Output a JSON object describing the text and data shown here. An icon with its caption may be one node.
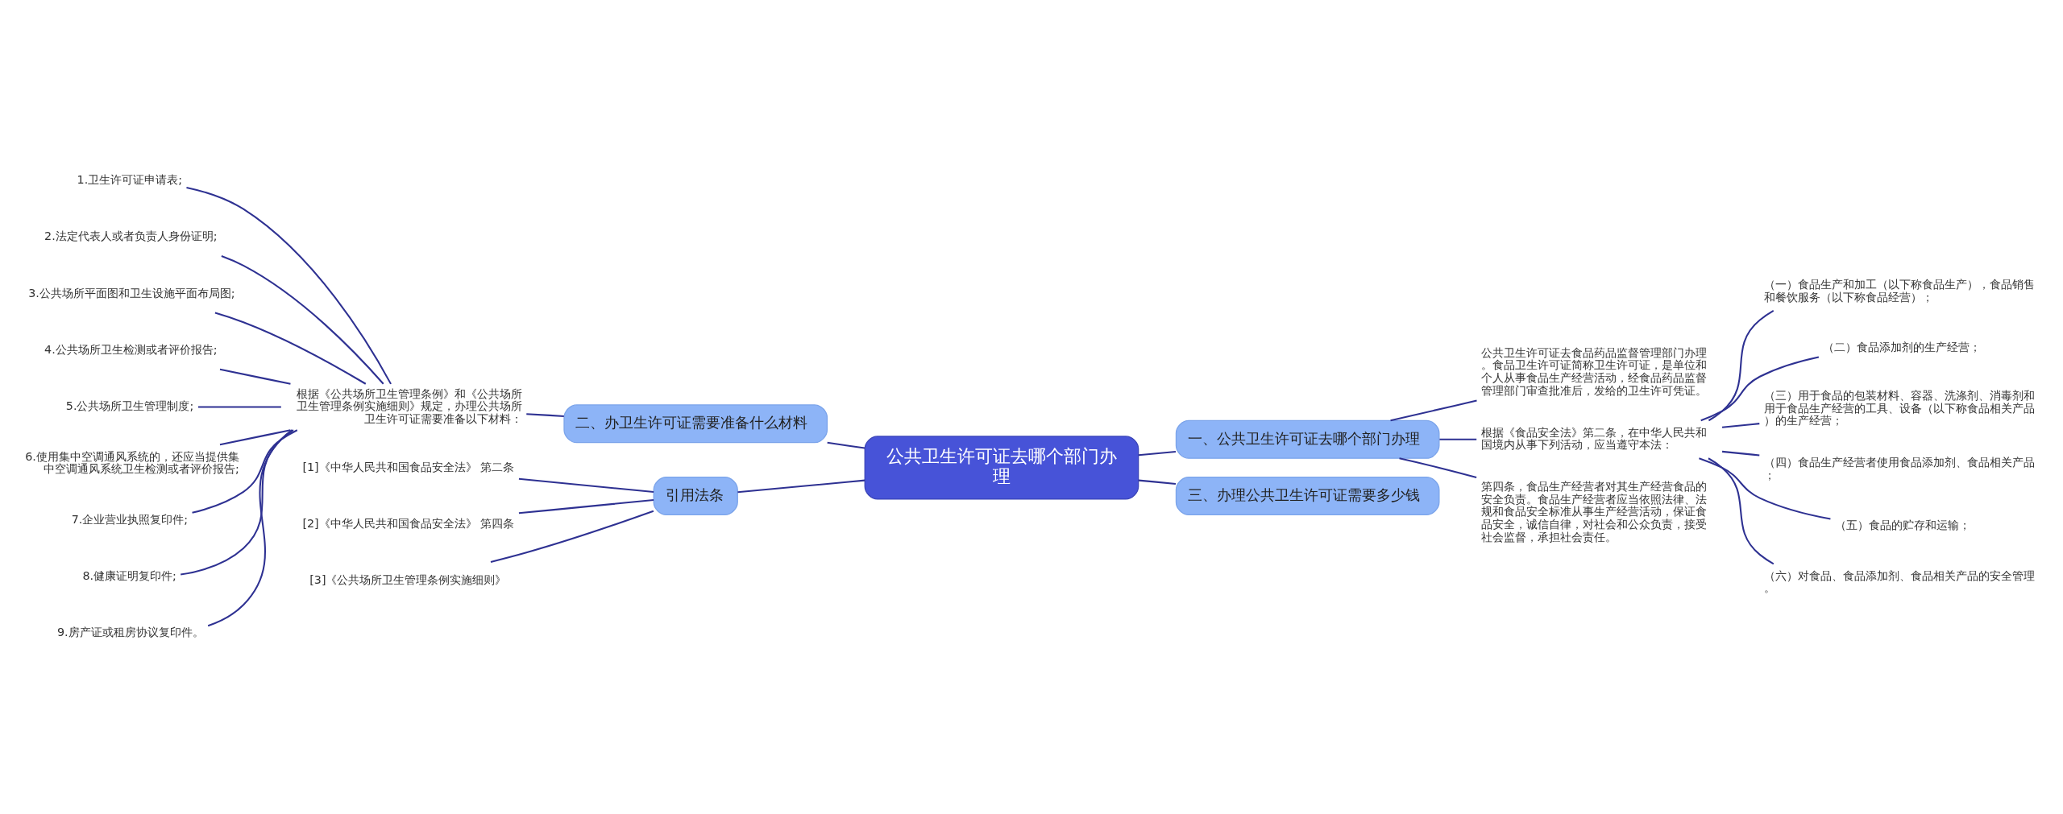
{
  "diagram": {
    "nodes": [
      {
        "text": [
          "公共卫生许可证去哪个部门办理"
        ]
      },
      {
        "text": [
          "一、公共卫生许可证去哪个部门办理"
        ]
      },
      {
        "text": [
          "公共卫生许可证去食品药品监督管理部门办理。食品卫生许可证简称卫生许可证，是单位和个人从事食品生产经营活动，经食品药品监督管理部门审查批准后，发给的卫生许可凭证。"
        ]
      },
      {
        "text": [
          "根据《食品安全法》第二条，在中华人民共和国境内从事下列活动，应当遵守本法："
        ]
      },
      {
        "text": [
          "（一）食品生产和加工（以下称食品生产），食品销售和餐饮服务（以下称食品经营）；"
        ]
      },
      {
        "text": [
          "（二）食品添加剂的生产经营；"
        ]
      },
      {
        "text": [
          "（三）用于食品的包装材料、容器、洗涤剂、消毒剂和用于食品生产经营的工具、设备（以下称食品相关产品）的生产经营；"
        ]
      },
      {
        "text": [
          "（四）食品生产经营者使用食品添加剂、食品相关产品；"
        ]
      },
      {
        "text": [
          "（五）食品的贮存和运输；"
        ]
      },
      {
        "text": [
          "（六）对食品、食品添加剂、食品相关产品的安全管理。"
        ]
      },
      {
        "text": [
          "第四条，食品生产经营者对其生产经营食品的安全负责。食品生产经营者应当依照法律、法规和食品安全标准从事生产经营活动，保证食品安全，诚信自律，对社会和公众负责，接受社会监督，承担社会责任。"
        ]
      },
      {
        "text": [
          "三、办理公共卫生许可证需要多少钱"
        ]
      },
      {
        "text": [
          "二、办卫生许可证需要准备什么材料"
        ]
      },
      {
        "text": [
          "根据《公共场所卫生管理条例》和《公共场所卫生管理条例实施细则》规定，办理公共场所卫生许可证需要准备以下材料："
        ]
      },
      {
        "text": [
          "1.卫生许可证申请表;"
        ]
      },
      {
        "text": [
          "2.法定代表人或者负责人身份证明;"
        ]
      },
      {
        "text": [
          "3.公共场所平面图和卫生设施平面布局图;"
        ]
      },
      {
        "text": [
          "4.公共场所卫生检测或者评价报告;"
        ]
      },
      {
        "text": [
          "5.公共场所卫生管理制度;"
        ]
      },
      {
        "text": [
          "6.使用集中空调通风系统的，还应当提供集中空调通风系统卫生检测或者评价报告;"
        ]
      },
      {
        "text": [
          "7.企业营业执照复印件;"
        ]
      },
      {
        "text": [
          "8.健康证明复印件;"
        ]
      },
      {
        "text": [
          "9.房产证或租房协议复印件。"
        ]
      },
      {
        "text": [
          "引用法条"
        ]
      },
      {
        "text": [
          "[1]《中华人民共和国食品安全法》 第二条"
        ]
      },
      {
        "text": [
          "[2]《中华人民共和国食品安全法》 第四条"
        ]
      },
      {
        "text": [
          "[3]《公共场所卫生管理条例实施细则》"
        ]
      }
    ],
    "edges": [
      {
        "from": 0,
        "to": 1,
        "arrow": "none"
      },
      {
        "from": 1,
        "to": 2,
        "arrow": "none"
      },
      {
        "from": 1,
        "to": 3,
        "arrow": "none"
      },
      {
        "from": 3,
        "to": 4,
        "arrow": "none"
      },
      {
        "from": 3,
        "to": 5,
        "arrow": "none"
      },
      {
        "from": 3,
        "to": 6,
        "arrow": "none"
      },
      {
        "from": 3,
        "to": 7,
        "arrow": "none"
      },
      {
        "from": 3,
        "to": 8,
        "arrow": "none"
      },
      {
        "from": 3,
        "to": 9,
        "arrow": "none"
      },
      {
        "from": 1,
        "to": 10,
        "arrow": "none"
      },
      {
        "from": 0,
        "to": 11,
        "arrow": "none"
      },
      {
        "from": 0,
        "to": 12,
        "arrow": "none"
      },
      {
        "from": 12,
        "to": 13,
        "arrow": "none"
      },
      {
        "from": 13,
        "to": 14,
        "arrow": "none"
      },
      {
        "from": 13,
        "to": 15,
        "arrow": "none"
      },
      {
        "from": 13,
        "to": 16,
        "arrow": "none"
      },
      {
        "from": 13,
        "to": 17,
        "arrow": "none"
      },
      {
        "from": 13,
        "to": 18,
        "arrow": "none"
      },
      {
        "from": 13,
        "to": 19,
        "arrow": "none"
      },
      {
        "from": 13,
        "to": 20,
        "arrow": "none"
      },
      {
        "from": 13,
        "to": 21,
        "arrow": "none"
      },
      {
        "from": 13,
        "to": 22,
        "arrow": "none"
      },
      {
        "from": 0,
        "to": 23,
        "arrow": "none"
      },
      {
        "from": 23,
        "to": 24,
        "arrow": "none"
      },
      {
        "from": 23,
        "to": 25,
        "arrow": "none"
      },
      {
        "from": 23,
        "to": 26,
        "arrow": "none"
      }
    ]
  }
}
